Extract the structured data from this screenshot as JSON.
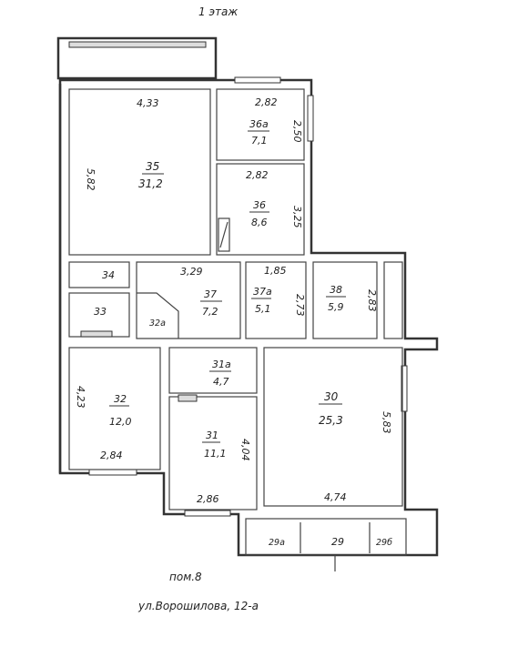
{
  "floor_label": "1 этаж",
  "premises_label": "пом.8",
  "address": "ул.Ворошилова, 12-а",
  "rooms": [
    {
      "id": "35",
      "number": "35",
      "area": "31,2",
      "dims": [
        "4,33",
        "5,82"
      ]
    },
    {
      "id": "36a",
      "number": "36а",
      "area": "7,1",
      "dims": [
        "2,82",
        "2,50"
      ]
    },
    {
      "id": "36",
      "number": "36",
      "area": "8,6",
      "dims": [
        "2,82",
        "3,25"
      ]
    },
    {
      "id": "34",
      "number": "34",
      "area": "",
      "dims": []
    },
    {
      "id": "33",
      "number": "33",
      "area": "",
      "dims": []
    },
    {
      "id": "32a",
      "number": "32а",
      "area": "",
      "dims": []
    },
    {
      "id": "37",
      "number": "37",
      "area": "7,2",
      "dims": [
        "3,29"
      ]
    },
    {
      "id": "37a",
      "number": "37а",
      "area": "5,1",
      "dims": [
        "1,85",
        "2,73"
      ]
    },
    {
      "id": "38",
      "number": "38",
      "area": "5,9",
      "dims": [
        "2,83"
      ]
    },
    {
      "id": "32",
      "number": "32",
      "area": "12,0",
      "dims": [
        "4,23",
        "2,84"
      ]
    },
    {
      "id": "31a",
      "number": "31а",
      "area": "4,7",
      "dims": []
    },
    {
      "id": "31",
      "number": "31",
      "area": "11,1",
      "dims": [
        "4,04",
        "2,86"
      ]
    },
    {
      "id": "30",
      "number": "30",
      "area": "25,3",
      "dims": [
        "5,83",
        "4,74"
      ]
    },
    {
      "id": "29a",
      "number": "29а",
      "area": "",
      "dims": []
    },
    {
      "id": "29",
      "number": "29",
      "area": "",
      "dims": []
    },
    {
      "id": "29b",
      "number": "29б",
      "area": "",
      "dims": []
    }
  ]
}
